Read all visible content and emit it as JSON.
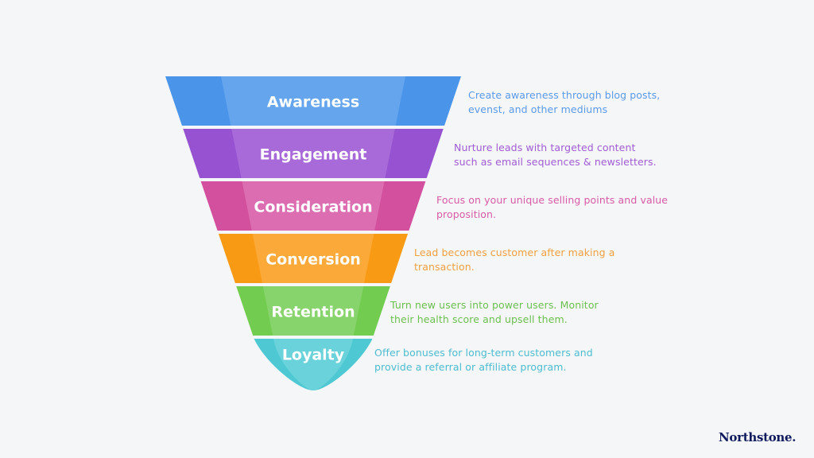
{
  "funnel": {
    "stages": [
      {
        "name": "Awareness",
        "description_lines": [
          "Create awareness through blog posts,",
          "evenst, and other mediums"
        ],
        "color": "#4a95ea",
        "light": "#64a5ee",
        "text_color": "#5a9ae8"
      },
      {
        "name": "Engagement",
        "description_lines": [
          "Nurture leads with targeted content",
          "such as email sequences & newsletters."
        ],
        "color": "#9652d0",
        "light": "#a86ad8",
        "text_color": "#a05cd4"
      },
      {
        "name": "Consideration",
        "description_lines": [
          "Focus on your unique selling points and value",
          "proposition."
        ],
        "color": "#d2509e",
        "light": "#dc6db0",
        "text_color": "#d85aa6"
      },
      {
        "name": "Conversion",
        "description_lines": [
          "Lead becomes customer after making a",
          "transaction."
        ],
        "color": "#f99a14",
        "light": "#fbaa3a",
        "text_color": "#f0a040"
      },
      {
        "name": "Retention",
        "description_lines": [
          "Turn new users into power users. Monitor",
          "their health score and upsell them."
        ],
        "color": "#72cc50",
        "light": "#88d46c",
        "text_color": "#6cc050"
      },
      {
        "name": "Loyalty",
        "description_lines": [
          "Offer bonuses for long-term customers and",
          "provide a referral or affiliate program."
        ],
        "color": "#4ec8d2",
        "light": "#6ad2da",
        "text_color": "#4cbcd0"
      }
    ]
  },
  "brand": {
    "logo_text": "Northstone."
  }
}
